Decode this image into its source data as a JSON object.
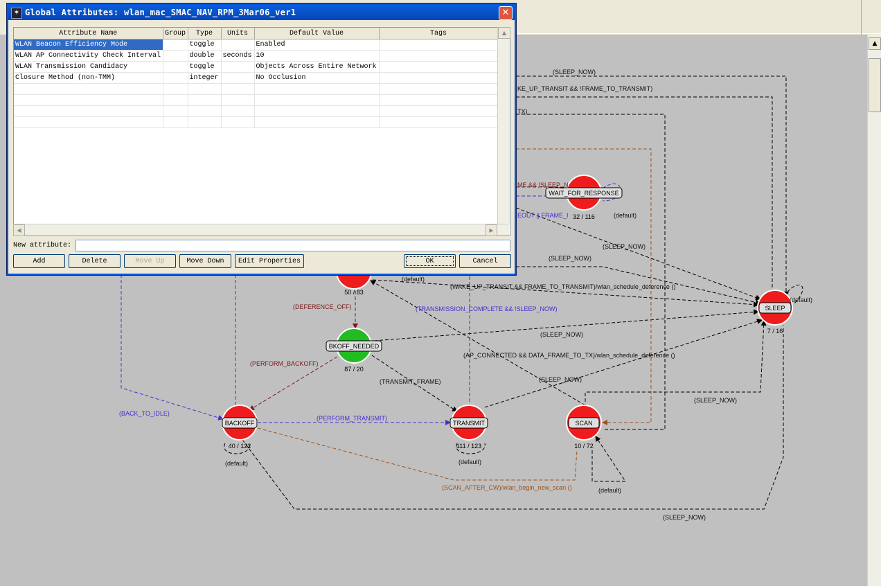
{
  "dialog": {
    "title": "Global Attributes: wlan_mac_SMAC_NAV_RPM_3Mar06_ver1",
    "close_label": "✕",
    "columns": [
      "Attribute Name",
      "Group",
      "Type",
      "Units",
      "Default Value",
      "Tags"
    ],
    "rows": [
      {
        "name": "WLAN Beacon Efficiency Mode",
        "group": "",
        "type": "toggle",
        "units": "",
        "default": "Enabled",
        "tags": ""
      },
      {
        "name": "WLAN AP Connectivity Check Interval",
        "group": "",
        "type": "double",
        "units": "seconds",
        "default": "10",
        "tags": ""
      },
      {
        "name": "WLAN Transmission Candidacy",
        "group": "",
        "type": "toggle",
        "units": "",
        "default": "Objects Across Entire Network",
        "tags": ""
      },
      {
        "name": "Closure Method (non-TMM)",
        "group": "",
        "type": "integer",
        "units": "",
        "default": "No Occlusion",
        "tags": ""
      }
    ],
    "new_attribute_label": "New attribute:",
    "new_attribute_value": "",
    "buttons": {
      "add": "Add",
      "delete": "Delete",
      "move_up": "Move Up",
      "move_down": "Move Down",
      "edit_properties": "Edit Properties",
      "ok": "OK",
      "cancel": "Cancel"
    }
  },
  "diagram": {
    "states": {
      "wait_for_response": {
        "name": "WAIT_FOR_RESPONSE",
        "counts": "32 / 116"
      },
      "sleep": {
        "name": "SLEEP",
        "counts": "7 / 16"
      },
      "bkoff_needed": {
        "name": "BKOFF_NEEDED",
        "counts": "87 / 20"
      },
      "backoff": {
        "name": "BACKOFF",
        "counts": "40 / 122"
      },
      "transmit": {
        "name": "TRANSMIT",
        "counts": "111 / 123"
      },
      "scan": {
        "name": "SCAN",
        "counts": "10 / 72"
      },
      "partial": {
        "counts": "50 / 83"
      }
    },
    "transitions": {
      "sleep_now_top": "(SLEEP_NOW)",
      "wake_up_no_frame": "KE_UP_TRANSIT && !FRAME_TO_TRANSMIT)",
      "tx_fragment": "TX)",
      "me_sleep": "ME && !SLEEP_N",
      "eout_frame": "EOUT || FRAME_I",
      "sleep_now_mid": "(SLEEP_NOW)",
      "sleep_now_2": "(SLEEP_NOW)",
      "wake_up_frame": "(WAKE_UP_TRANSIT && FRAME_TO_TRANSMIT)/wlan_schedule_deference ()",
      "deference_off": "(DEFERENCE_OFF)",
      "tx_complete": "(TRANSMISSION_COMPLETE && !SLEEP_NOW)",
      "sleep_now_3": "(SLEEP_NOW)",
      "ap_connected": "(AP_CONNECTED && DATA_FRAME_TO_TX)/wlan_schedule_deference ()",
      "perform_backoff": "(PERFORM_BACKOFF)",
      "transmit_frame": "(TRANSMIT_FRAME)",
      "sleep_now_4": "(SLEEP_NOW)",
      "sleep_now_5": "(SLEEP_NOW)",
      "back_to_idle": "(BACK_TO_IDLE)",
      "perform_transmit": "(PERFORM_TRANSMIT)",
      "scan_after_cw": "(SCAN_AFTER_CW)/wlan_begin_new_scan ()",
      "sleep_now_bottom": "(SLEEP_NOW)",
      "default": "(default)"
    }
  }
}
